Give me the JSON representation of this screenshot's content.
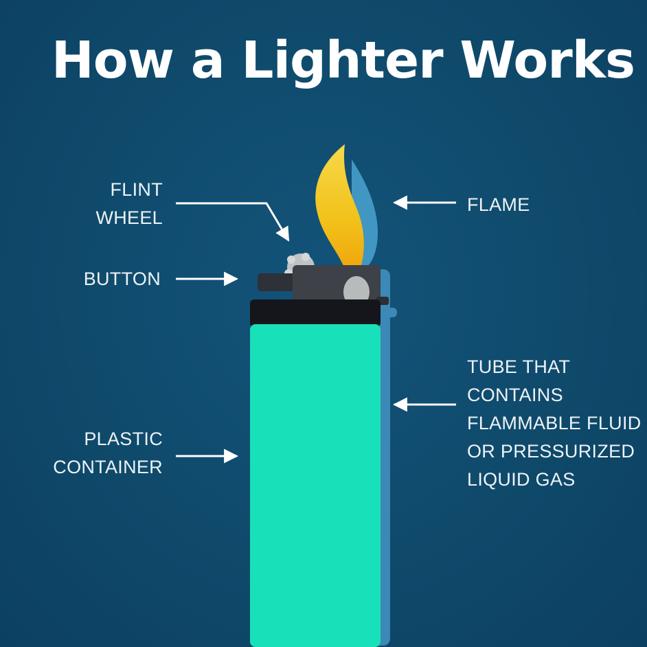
{
  "title": "How a Lighter Works",
  "labels": {
    "flint_wheel": [
      "FLINT",
      "WHEEL"
    ],
    "button": [
      "BUTTON"
    ],
    "flame": [
      "FLAME"
    ],
    "tube": [
      "TUBE THAT",
      "CONTAINS",
      "FLAMMABLE FLUID",
      "OR PRESSURIZED",
      "LIQUID GAS"
    ],
    "plastic_container": [
      "PLASTIC",
      "CONTAINER"
    ]
  },
  "colors": {
    "background": "#0f4a6b",
    "container": "#18e0b8",
    "container_band": "#14161b",
    "tube": "#3c88b6",
    "head": "#3e4147",
    "flint": "#bfc3c3",
    "flame_yellow": "#f2c21a",
    "flame_blue": "#4aa3cf",
    "arrow": "#ffffff"
  }
}
